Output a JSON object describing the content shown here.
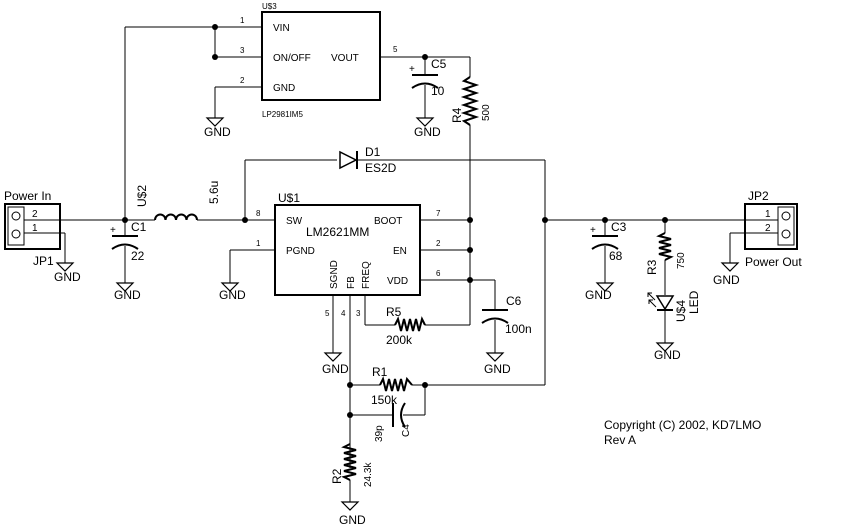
{
  "ic_u3": {
    "name": "U$3",
    "part": "LP2981IM5",
    "pins": {
      "vin": "VIN",
      "onoff": "ON/OFF",
      "vout": "VOUT",
      "gnd": "GND"
    },
    "pin_numbers": {
      "vin": "1",
      "onoff": "3",
      "gnd": "2",
      "vout": "5"
    }
  },
  "ic_u1": {
    "name": "U$1",
    "part": "LM2621MM",
    "pins": {
      "sw": "SW",
      "pgnd": "PGND",
      "boot": "BOOT",
      "en": "EN",
      "vdd": "VDD",
      "sgnd": "SGND",
      "fb": "FB",
      "freq": "FREQ"
    },
    "pin_numbers": {
      "sw": "8",
      "pgnd": "1",
      "boot": "7",
      "en": "2",
      "vdd": "6",
      "sgnd": "5",
      "fb": "4",
      "freq": "3"
    }
  },
  "inductor": {
    "name": "U$2",
    "value": "5.6u"
  },
  "diode": {
    "name": "D1",
    "value": "ES2D"
  },
  "capacitors": {
    "c1": {
      "name": "C1",
      "value": "22"
    },
    "c3": {
      "name": "C3",
      "value": "68"
    },
    "c4": {
      "name": "C4",
      "value": "39p"
    },
    "c5": {
      "name": "C5",
      "value": "10"
    },
    "c6": {
      "name": "C6",
      "value": "100n"
    }
  },
  "resistors": {
    "r1": {
      "name": "R1",
      "value": "150k"
    },
    "r2": {
      "name": "R2",
      "value": "24.3k"
    },
    "r3": {
      "name": "R3",
      "value": "750"
    },
    "r4": {
      "name": "R4",
      "value": "500"
    },
    "r5": {
      "name": "R5",
      "value": "200k"
    }
  },
  "led": {
    "name": "U$4",
    "value": "LED"
  },
  "connectors": {
    "jp1": {
      "name": "JP1",
      "label": "Power In",
      "pin1": "1",
      "pin2": "2"
    },
    "jp2": {
      "name": "JP2",
      "label": "Power Out",
      "pin1": "1",
      "pin2": "2"
    }
  },
  "polarity_mark": "+",
  "gnd_label": "GND",
  "copyright": "Copyright (C) 2002, KD7LMO",
  "revision": "Rev A"
}
